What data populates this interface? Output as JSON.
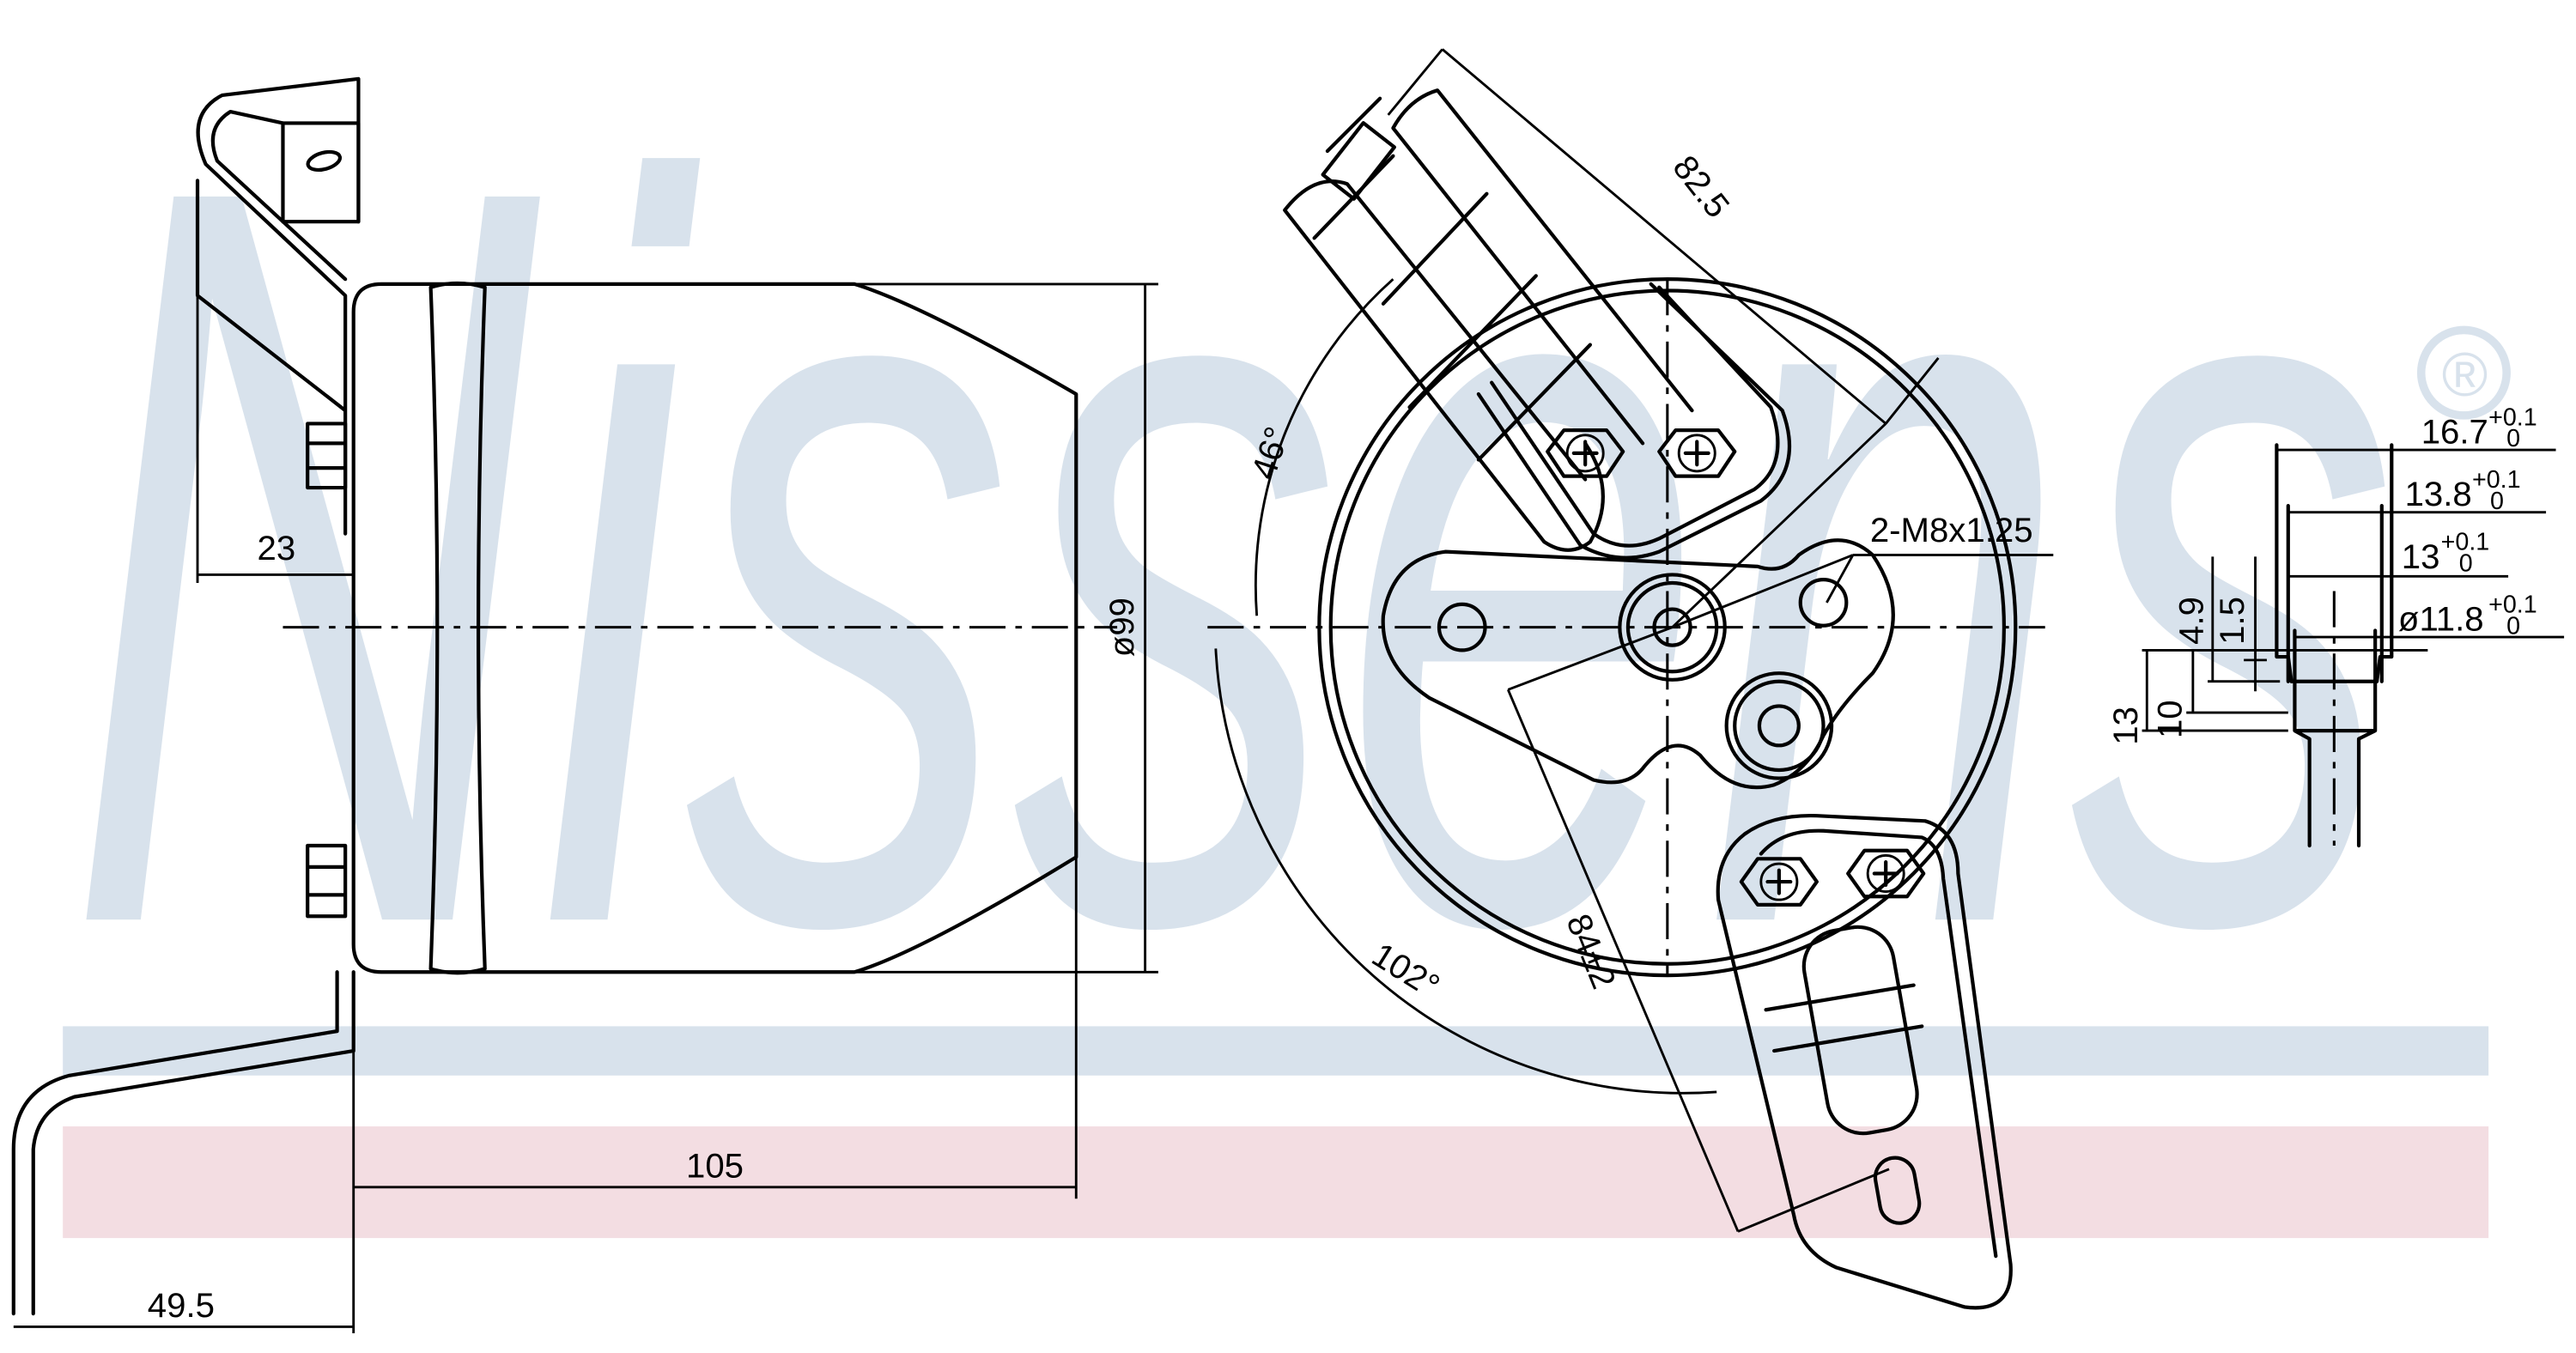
{
  "watermark": {
    "brand": "Nissens",
    "registered": "®"
  },
  "colors": {
    "watermark_blue": "#d8e2ec",
    "band_pink": "#f3dde2",
    "line": "#000000"
  },
  "side_view": {
    "dim_bracket_offset": "23",
    "dim_diameter": "ø99",
    "dim_body_length": "105",
    "dim_bracket_length": "49.5"
  },
  "front_view": {
    "dim_tube_length": "82.5",
    "angle_top": "46°",
    "angle_bottom": "102°",
    "thread_callout": "2-M8x1.25",
    "dim_hole_distance": "84±2"
  },
  "port_detail": {
    "dims": [
      {
        "value": "16.7",
        "tol_upper": "+0.1",
        "tol_lower": "0"
      },
      {
        "value": "13.8",
        "tol_upper": "+0.1",
        "tol_lower": "0"
      },
      {
        "value": "13",
        "tol_upper": "+0.1",
        "tol_lower": "0"
      },
      {
        "value": "ø11.8",
        "tol_upper": "+0.1",
        "tol_lower": "0"
      }
    ],
    "dim_4_9": "4.9",
    "dim_1_5": "1.5",
    "dim_13": "13",
    "dim_10": "10"
  }
}
